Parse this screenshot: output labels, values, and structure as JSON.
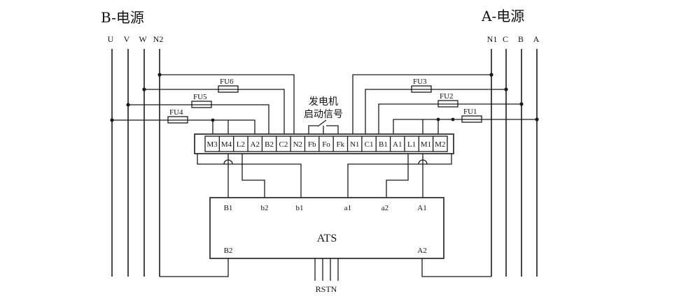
{
  "sources": {
    "b_title": "B-电源",
    "a_title": "A-电源",
    "b_phases": [
      "U",
      "V",
      "W",
      "N2"
    ],
    "a_phases": [
      "N1",
      "C",
      "B",
      "A"
    ]
  },
  "fuses": [
    "FU1",
    "FU2",
    "FU3",
    "FU4",
    "FU5",
    "FU6"
  ],
  "generator_signal": {
    "line1": "发电机",
    "line2": "启动信号"
  },
  "terminals": [
    "M3",
    "M4",
    "L2",
    "A2",
    "B2",
    "C2",
    "N2",
    "Fb",
    "Fo",
    "Fk",
    "N1",
    "C1",
    "B1",
    "A1",
    "L1",
    "M1",
    "M2"
  ],
  "ats": {
    "label": "ATS",
    "top_ports": [
      "B1",
      "b2",
      "b1",
      "a1",
      "a2",
      "A1"
    ],
    "left_bottom": "B2",
    "right_bottom": "A2",
    "bottom_ports": "RSTN"
  }
}
